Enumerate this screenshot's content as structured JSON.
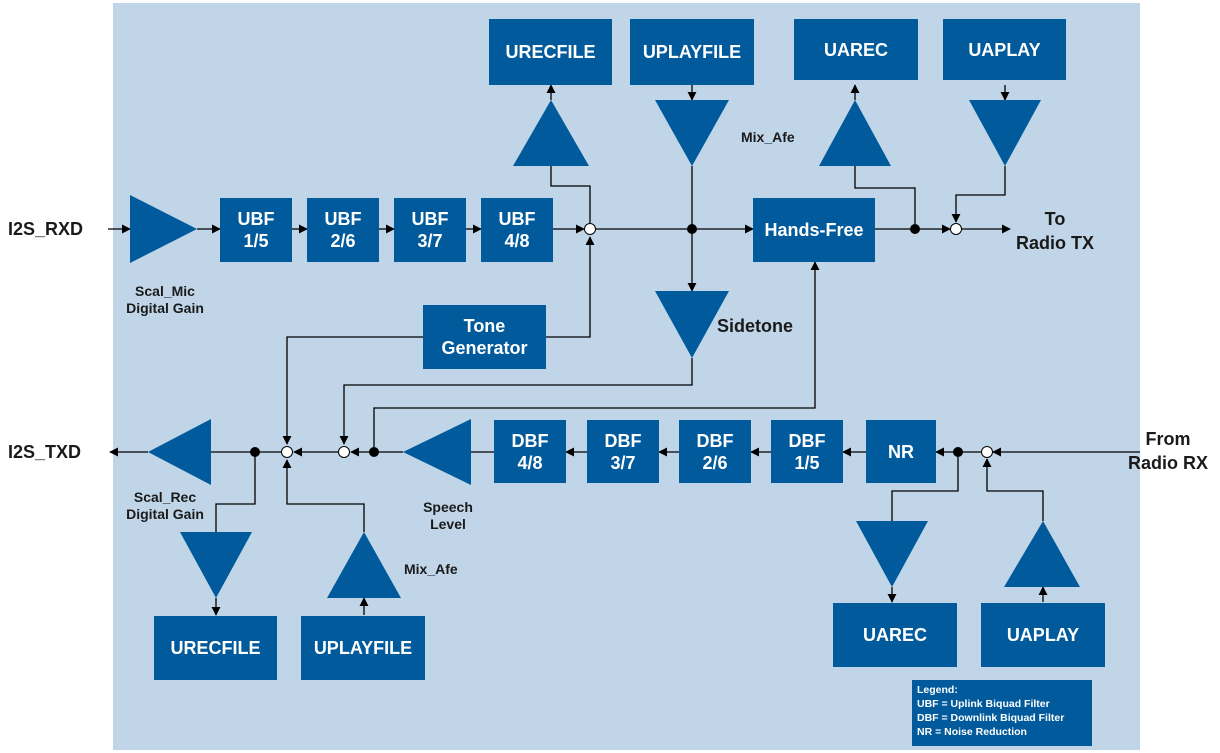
{
  "colors": {
    "block": "#005a9c",
    "background": "#c0d6e8",
    "line": "#000000"
  },
  "top_blocks": {
    "urecfile": "URECFILE",
    "uplayfile": "UPLAYFILE",
    "uarec": "UAREC",
    "uaplay": "UAPLAY"
  },
  "uplink": {
    "input_label": "I2S_RXD",
    "mic_gain_label_1": "Scal_Mic",
    "mic_gain_label_2": "Digital Gain",
    "ubf": [
      {
        "top": "UBF",
        "bottom": "1/5"
      },
      {
        "top": "UBF",
        "bottom": "2/6"
      },
      {
        "top": "UBF",
        "bottom": "3/7"
      },
      {
        "top": "UBF",
        "bottom": "4/8"
      }
    ],
    "mix_afe_label": "Mix_Afe",
    "hands_free": "Hands-Free",
    "output_label_1": "To",
    "output_label_2": "Radio TX"
  },
  "middle": {
    "tone_generator_1": "Tone",
    "tone_generator_2": "Generator",
    "sidetone_label": "Sidetone"
  },
  "downlink": {
    "output_label": "I2S_TXD",
    "rec_gain_label_1": "Scal_Rec",
    "rec_gain_label_2": "Digital Gain",
    "speech_level_1": "Speech",
    "speech_level_2": "Level",
    "dbf": [
      {
        "top": "DBF",
        "bottom": "4/8"
      },
      {
        "top": "DBF",
        "bottom": "3/7"
      },
      {
        "top": "DBF",
        "bottom": "2/6"
      },
      {
        "top": "DBF",
        "bottom": "1/5"
      }
    ],
    "nr": "NR",
    "input_label_1": "From",
    "input_label_2": "Radio RX",
    "mix_afe_label": "Mix_Afe"
  },
  "bottom_blocks": {
    "urecfile": "URECFILE",
    "uplayfile": "UPLAYFILE",
    "uarec": "UAREC",
    "uaplay": "UAPLAY"
  },
  "legend": {
    "title": "Legend:",
    "items": [
      "UBF = Uplink Biquad Filter",
      "DBF = Downlink Biquad Filter",
      "NR = Noise Reduction"
    ]
  }
}
